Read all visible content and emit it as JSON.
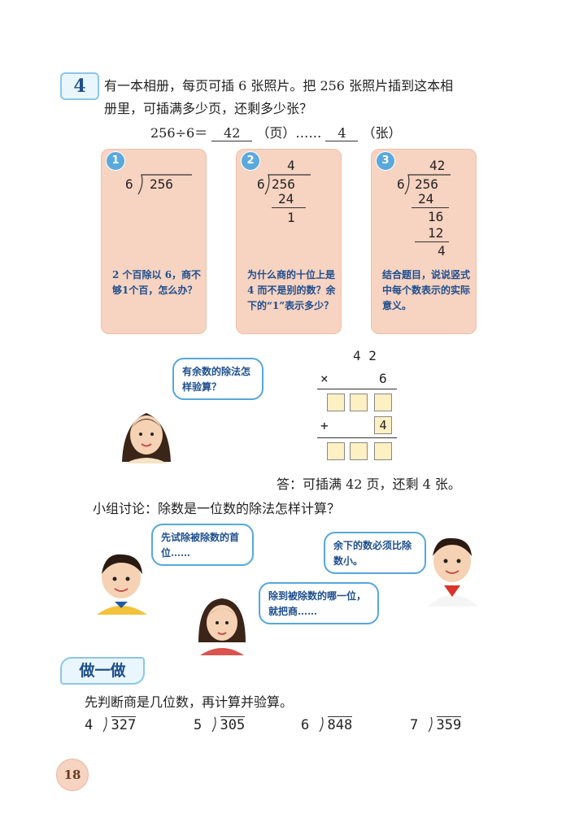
{
  "example": {
    "number": "4",
    "problem_line1": "有一本相册，每页可插 6 张照片。把 256 张照片插到这本相",
    "problem_line2": "册里，可插满多少页，还剩多少张？",
    "equation": "256÷6＝",
    "quotient": "42",
    "unit_page": "（页）……",
    "remainder": "4",
    "unit_sheet": "（张）"
  },
  "steps": [
    {
      "num": "1",
      "divisor": "6",
      "dividend": "256",
      "note": "2 个百除以 6，商不够1个百，怎么办？"
    },
    {
      "num": "2",
      "divisor": "6",
      "dividend": "256",
      "quotient": "4",
      "line1": "24",
      "line2": "1",
      "note": "为什么商的十位上是 4 而不是别的数？余下的“1”表示多少？"
    },
    {
      "num": "3",
      "divisor": "6",
      "dividend": "256",
      "quotient": "42",
      "line1": "24",
      "line2": "16",
      "line3": "12",
      "line4": "4",
      "note": "结合题目，说说竖式中每个数表示的实际意义。"
    }
  ],
  "check": {
    "bubble": "有余数的除法怎样验算？",
    "top": "4  2",
    "times_sign": "×",
    "multiplier": "6",
    "plus_sign": "+",
    "plus_value": "4"
  },
  "answer": "答：可插满 42 页，还剩 4 张。",
  "discussion": {
    "prompt": "小组讨论：除数是一位数的除法怎样计算？",
    "bubble_left": "先试除被除数的首位……",
    "bubble_mid": "除到被除数的哪一位，就把商……",
    "bubble_right": "余下的数必须比除数小。"
  },
  "practice": {
    "title": "做一做",
    "instruction": "先判断商是几位数，再计算并验算。",
    "exercises": [
      {
        "divisor": "4",
        "dividend": "327"
      },
      {
        "divisor": "5",
        "dividend": "305"
      },
      {
        "divisor": "6",
        "dividend": "848"
      },
      {
        "divisor": "7",
        "dividend": "359"
      }
    ]
  },
  "page_number": "18",
  "colors": {
    "accent_blue": "#56a7dc",
    "card_orange": "#f7d3c1",
    "note_text": "#1e4f8e",
    "cell_yellow": "#fdf0c2"
  }
}
